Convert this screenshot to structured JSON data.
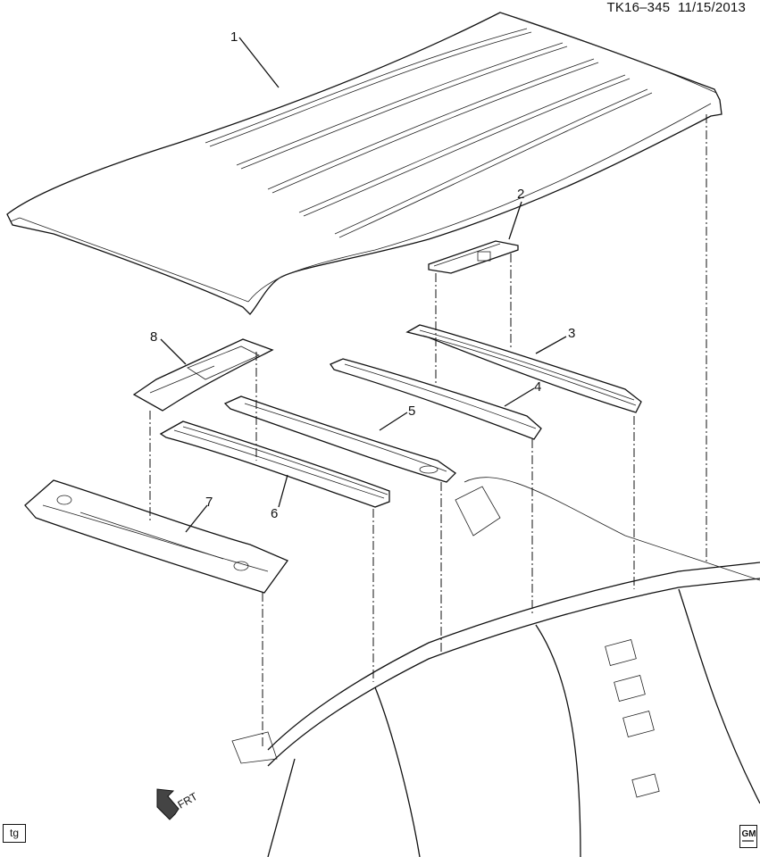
{
  "header": {
    "doc_id": "TK16–345",
    "date": "11/15/2013"
  },
  "callouts": [
    "1",
    "2",
    "3",
    "4",
    "5",
    "6",
    "7",
    "8"
  ],
  "orientation": {
    "label": "FRT"
  },
  "footer": {
    "tag": "tg",
    "logo": "GM"
  },
  "icons": {
    "direction": "front-arrow-icon",
    "brand": "gm-logo-icon"
  }
}
